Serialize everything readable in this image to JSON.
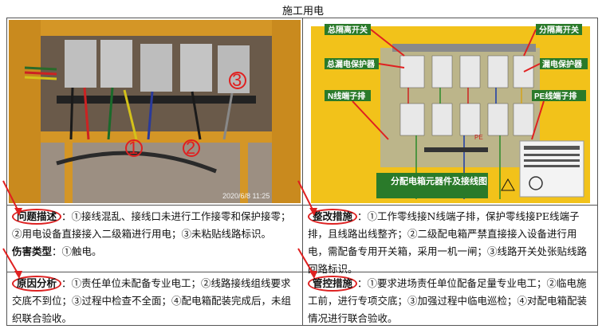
{
  "page": {
    "title": "施工用电"
  },
  "left_photo": {
    "markers": [
      "1",
      "2",
      "3"
    ],
    "timestamp": "2020/6/8  11:25"
  },
  "right_diagram": {
    "labels": {
      "main_isolation_switch": "总隔离开关",
      "sub_isolation_switch": "分隔离开关",
      "main_leakage_protector": "总漏电保护器",
      "leakage_protector": "漏电保护器",
      "n_terminal": "N线端子排",
      "pe_terminal": "PE线端子排",
      "pe_mark": "PE",
      "caption": "分配电箱元器件及接线图"
    }
  },
  "problem": {
    "label": "问题描述",
    "text": "：①接线混乱、接线口未进行工作接零和保护接零；②用电设备直接接入二级箱进行用电；③未粘贴线路标识。",
    "harm_label": "伤害类型",
    "harm_text": "：①触电。"
  },
  "rectify": {
    "label": "整改措施",
    "text": "：①工作零线接N线端子排，保护零线接PE线端子排，且线路出线整齐；②二级配电箱严禁直接接入设备进行用电，需配备专用开关箱，采用一机一闸；③线路开关处张贴线路回路标识。"
  },
  "cause": {
    "label": "原因分析",
    "text": "：①责任单位未配备专业电工；②线路接线组线要求交底不到位；③过程中检查不全面；④配电箱配装完成后，未组织联合验收。"
  },
  "control": {
    "label": "管控措施",
    "text": "：①要求进场责任单位配备足量专业电工；②临电施工前，进行专项交底；③加强过程中临电巡检；④对配电箱配装情况进行联合验收。"
  }
}
